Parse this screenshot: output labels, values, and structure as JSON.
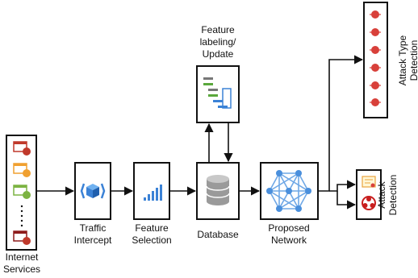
{
  "nodes": {
    "internet_services": {
      "label_line1": "Internet",
      "label_line2": "Services"
    },
    "traffic_intercept": {
      "label_line1": "Traffic",
      "label_line2": "Intercept"
    },
    "feature_selection": {
      "label_line1": "Feature",
      "label_line2": "Selection"
    },
    "database": {
      "label": "Database"
    },
    "feature_labeling": {
      "label_line1": "Feature",
      "label_line2": "labeling/",
      "label_line3": "Update"
    },
    "proposed_network": {
      "label_line1": "Proposed",
      "label_line2": "Network"
    },
    "attack_type_detection": {
      "label_line1": "Attack Type",
      "label_line2": "Detection"
    },
    "attack_detection": {
      "label_line1": "Attack",
      "label_line2": "Detection"
    }
  },
  "colors": {
    "stroke": "#111111",
    "azure_blue": "#3b82d6",
    "network_blue": "#6fa8e6",
    "bug_red": "#d8403a",
    "service_red": "#c0392b",
    "service_orange": "#f0a030",
    "service_green": "#7cb342",
    "db_gray": "#8a8a8a",
    "tree_green": "#5aa83c"
  }
}
